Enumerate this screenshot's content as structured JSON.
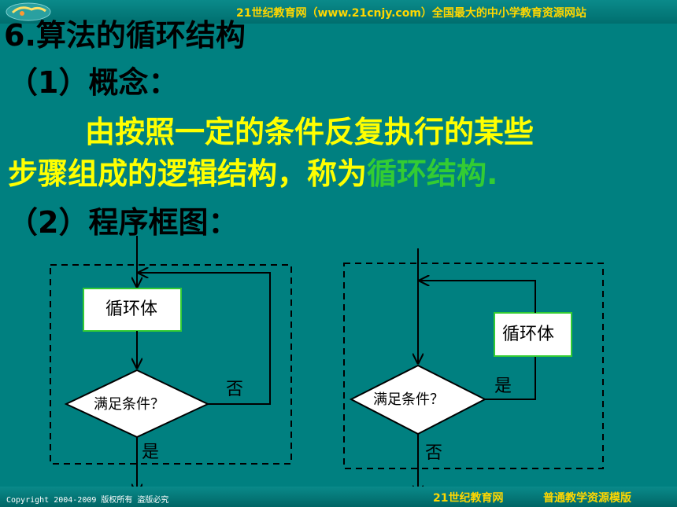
{
  "header": {
    "site_banner": "21世纪教育网（www.21cnjy.com）全国最大的中小学教育资源网站"
  },
  "slide": {
    "title": "6.算法的循环结构",
    "concept_heading": "（1）概念：",
    "definition_line1": "由按照一定的条件反复执行的某些",
    "definition_line2_prefix": "步骤组成的逻辑结构，称为",
    "definition_term": "循环结构",
    "definition_end": ".",
    "flowchart_heading": "（2）程序框图："
  },
  "diagram_left": {
    "loop_body": "循环体",
    "condition": "满足条件？",
    "no_label": "否",
    "yes_label": "是"
  },
  "diagram_right": {
    "loop_body": "循环体",
    "condition": "满足条件？",
    "yes_label": "是",
    "no_label": "否"
  },
  "footer": {
    "copyright": "Copyright 2004-2009 版权所有 盗版必究",
    "site": "21世纪教育网",
    "tagline": "普通教学资源模版"
  },
  "colors": {
    "background": "#008080",
    "definition_text": "#ffff00",
    "term_text": "#33cc33",
    "loop_box_border": "#33cc33",
    "banner_text": "#ffd700"
  }
}
